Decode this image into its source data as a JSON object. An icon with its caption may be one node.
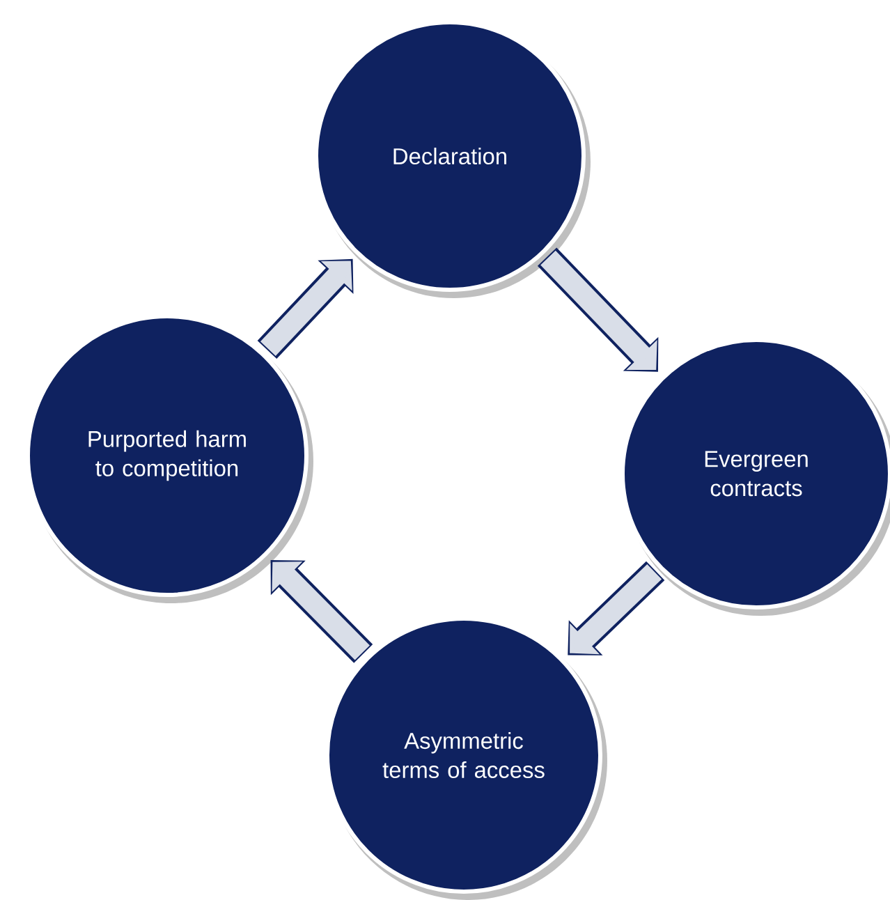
{
  "diagram": {
    "nodes": [
      {
        "text": [
          "Declaration"
        ]
      },
      {
        "text": [
          "Evergreen contracts"
        ]
      },
      {
        "text": [
          "Asymmetric terms of access"
        ]
      },
      {
        "text": [
          "Purported harm to competition"
        ]
      }
    ],
    "edges": [
      {
        "from": 0,
        "to": 1,
        "arrow": "to"
      },
      {
        "from": 1,
        "to": 2,
        "arrow": "to"
      },
      {
        "from": 2,
        "to": 3,
        "arrow": "to"
      },
      {
        "from": 3,
        "to": 0,
        "arrow": "to"
      }
    ]
  }
}
